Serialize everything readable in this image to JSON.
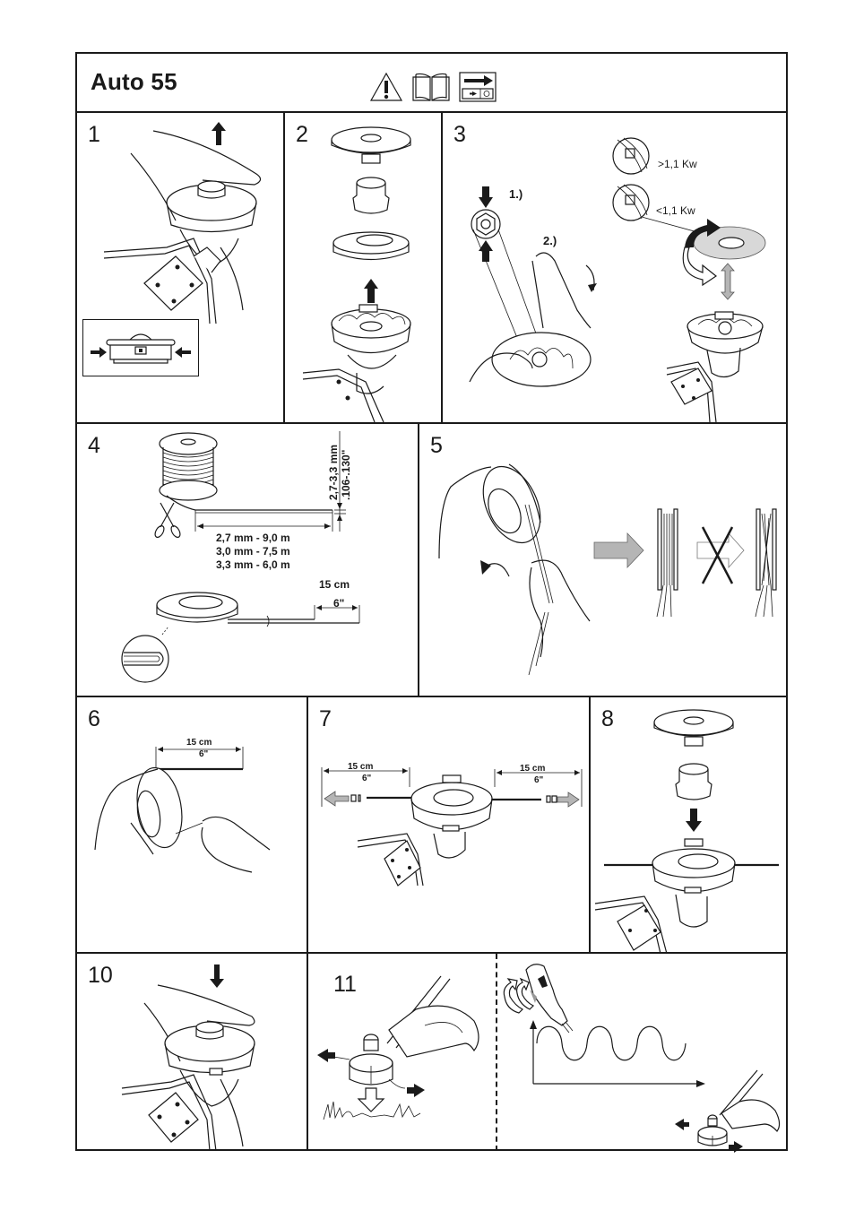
{
  "header": {
    "title": "Auto 55",
    "icons": [
      "warning-triangle-icon",
      "open-manual-icon",
      "direction-arrow-icon"
    ]
  },
  "steps": [
    {
      "number": "1",
      "description": "Press tabs on both sides and lift cover off trimmer head",
      "icons": [
        "arrow-up-icon",
        "press-arrows-icon"
      ]
    },
    {
      "number": "2",
      "description": "Exploded view: cover, spring/hub, spool, housing",
      "icons": [
        "arrow-up-icon"
      ]
    },
    {
      "number": "3",
      "description": "Spool setting by motor power",
      "labels": {
        "step_a": "1.)",
        "step_b": "2.)",
        "high_power": ">1,1 Kw",
        "low_power": "<1,1 Kw"
      },
      "icons": [
        "arrow-down-icon",
        "arrow-up-icon",
        "rotate-arrow-icon",
        "flip-arrow-icon",
        "double-arrow-icon"
      ]
    },
    {
      "number": "4",
      "description": "Trimmer line lengths",
      "diameter_mm": "2,7-3,3 mm",
      "diameter_in": ".106-.130\"",
      "lengths": [
        "2,7 mm - 9,0 m",
        "3,0 mm - 7,5 m",
        "3,3 mm - 6,0 m"
      ],
      "leftover": {
        "cm": "15 cm",
        "in": "6\""
      },
      "icons": [
        "scissors-icon",
        "line-spool-icon"
      ]
    },
    {
      "number": "5",
      "description": "Wind line evenly onto spool",
      "icons": [
        "arrow-correct-icon",
        "arrow-incorrect-icon",
        "cross-icon",
        "rotate-arrow-icon"
      ]
    },
    {
      "number": "6",
      "description": "Leave line ends free",
      "leftover": {
        "cm": "15 cm",
        "in": "6\""
      }
    },
    {
      "number": "7",
      "description": "Line ends through eyelets",
      "left": {
        "cm": "15 cm",
        "in": "6\""
      },
      "right": {
        "cm": "15 cm",
        "in": "6\""
      },
      "icons": [
        "arrow-left-icon",
        "arrow-right-icon"
      ]
    },
    {
      "number": "8",
      "description": "Reassemble hub and cover",
      "icons": [
        "arrow-down-icon"
      ]
    },
    {
      "number": "10",
      "description": "Press cover until it snaps into place",
      "icons": [
        "arrow-down-icon"
      ]
    },
    {
      "number": "11",
      "description": "Bump head on ground to feed line",
      "icons": [
        "arrow-left-icon",
        "arrow-right-icon",
        "arrow-down-outline-icon",
        "grass-icon"
      ]
    },
    {
      "number": "",
      "description": "Throttle pulse graph to advance line",
      "icons": [
        "throttle-icon",
        "rotate-arrows-icon",
        "wave-graph-icon",
        "trimmer-head-icon"
      ]
    }
  ],
  "colors": {
    "ink": "#1a1a1a",
    "gray_arrow": "#b5b5b5",
    "paper": "#ffffff"
  }
}
